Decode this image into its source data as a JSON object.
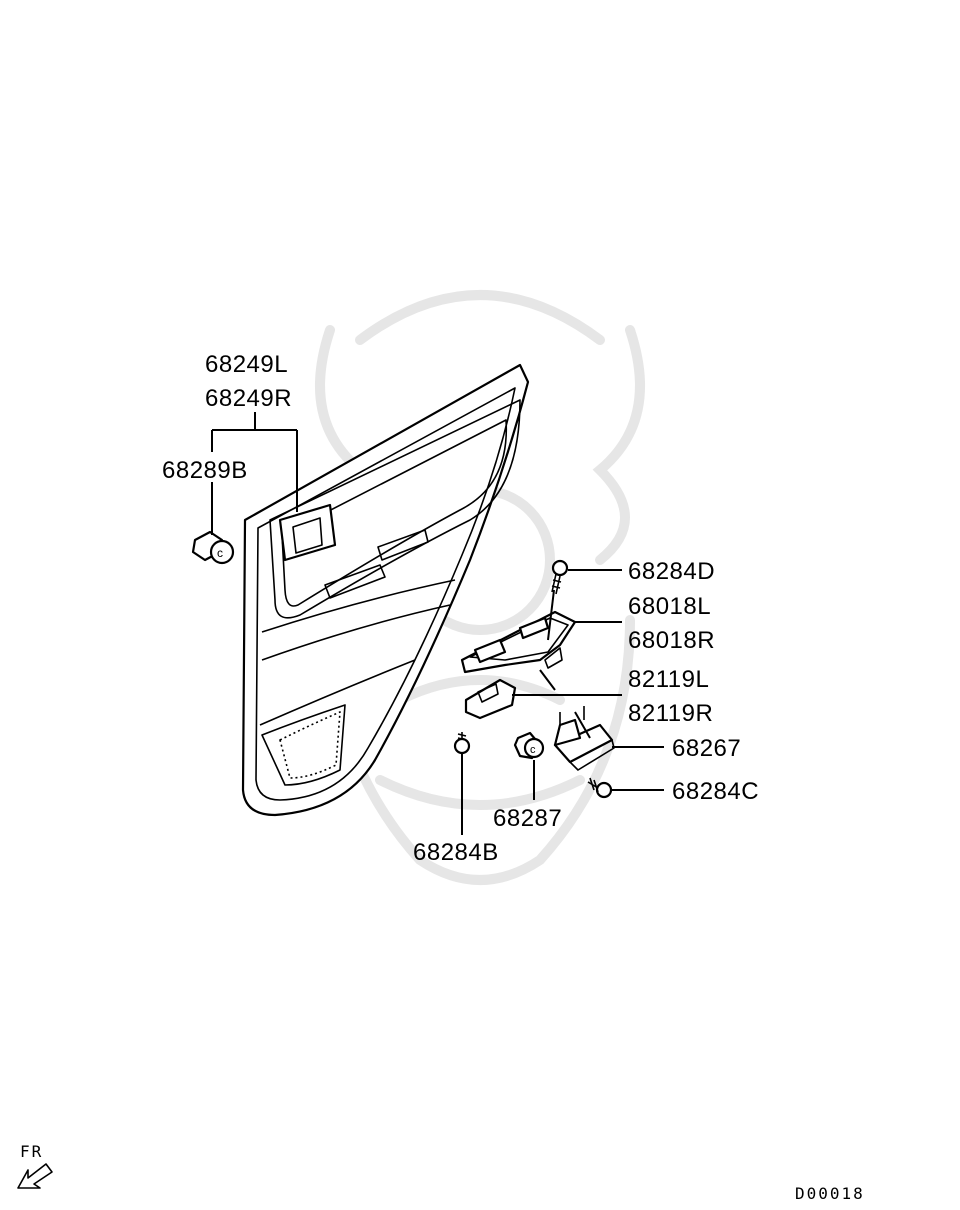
{
  "diagram_code": "D00018",
  "direction": {
    "label": "FR",
    "icon": "front-direction-arrow-icon"
  },
  "callouts": {
    "door_trim_left": "68249L",
    "door_trim_right": "68249R",
    "trim_clip": "68289B",
    "screw_d": "68284D",
    "switch_panel_left": "68018L",
    "switch_panel_right": "68018R",
    "window_switch_left": "82119L",
    "window_switch_right": "82119R",
    "bracket": "68267",
    "screw_c": "68284C",
    "nut": "68287",
    "screw_b": "68284B"
  },
  "colors": {
    "line": "#000000",
    "watermark": "#e6e6e6",
    "background": "#ffffff"
  }
}
